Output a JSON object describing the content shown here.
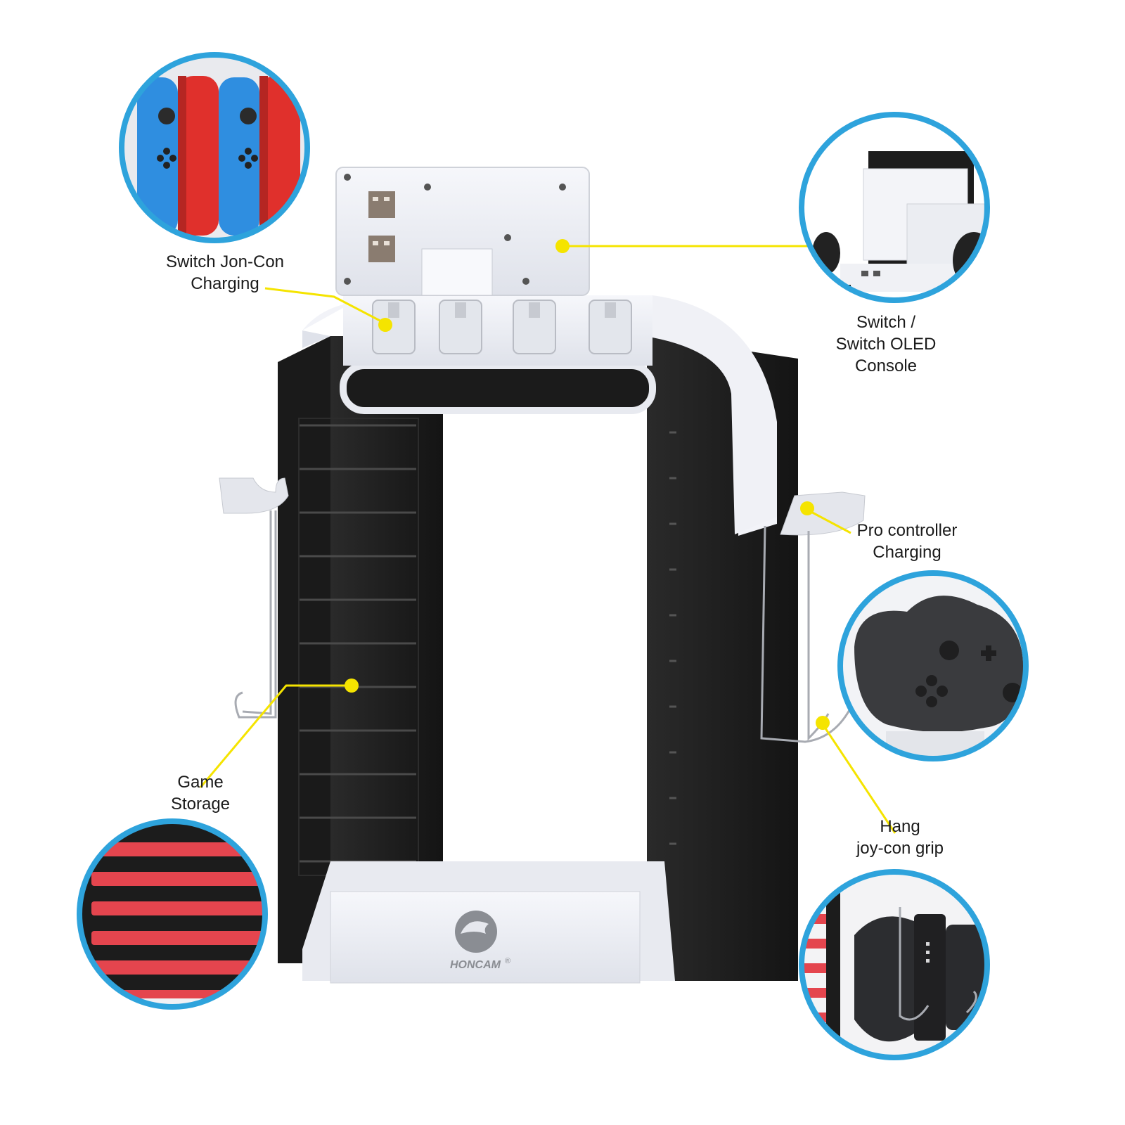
{
  "callouts": {
    "joycon_charging": {
      "line1": "Switch Jon-Con",
      "line2": "Charging"
    },
    "console": {
      "line1": "Switch /",
      "line2": "Switch OLED",
      "line3": "Console"
    },
    "pro_controller": {
      "line1": "Pro controller",
      "line2": "Charging"
    },
    "game_storage": {
      "line1": "Game",
      "line2": "Storage"
    },
    "hang_grip": {
      "line1": "Hang",
      "line2": "joy-con grip"
    }
  },
  "brand": {
    "name": "HONCAM",
    "mark": "®"
  },
  "colors": {
    "callout_line": "#f5e400",
    "circle_border": "#2ea3dc",
    "tower_black": "#1e1e1e",
    "tower_white": "#eef0f5",
    "joycon_blue": "#2f8ee0",
    "joycon_red": "#e0302c",
    "game_card_red": "#e4454e"
  },
  "icons": [
    "honcam-logo-icon",
    "usb-port-icon"
  ]
}
